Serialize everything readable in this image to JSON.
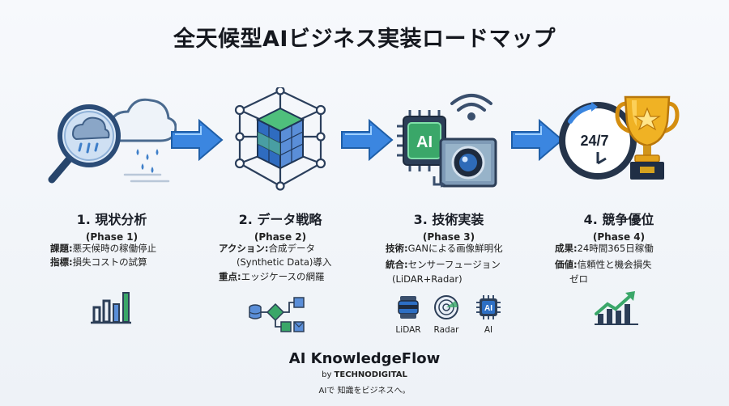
{
  "title": "全天候型AIビジネス実装ロードマップ",
  "phases": [
    {
      "title": "1. 現状分析",
      "sub": "(Phase 1)",
      "details": [
        {
          "label": "課題:",
          "value": " 悪天候時の稼働停止"
        },
        {
          "label": "指標:",
          "value": " 損失コストの試算"
        }
      ]
    },
    {
      "title": "2. データ戦略",
      "sub": "(Phase 2)",
      "details": [
        {
          "label": "アクション:",
          "value": " 合成データ"
        },
        {
          "label": "",
          "value": "(Synthetic Data)導入"
        },
        {
          "label": "重点:",
          "value": " エッジケースの網羅"
        }
      ]
    },
    {
      "title": "3. 技術実装",
      "sub": "(Phase 3)",
      "details": [
        {
          "label": "技術:",
          "value": " GANによる画像鮮明化"
        },
        {
          "label": "統合:",
          "value": " センサーフュージョン"
        },
        {
          "label": "",
          "value": "(LiDAR+Radar)"
        }
      ],
      "sensors": [
        "LiDAR",
        "Radar",
        "AI"
      ]
    },
    {
      "title": "4. 競争優位",
      "sub": "(Phase 4)",
      "details": [
        {
          "label": "成果:",
          "value": " 24時間365日稼働"
        },
        {
          "label": "価値:",
          "value": " 信頼性と機会損失"
        },
        {
          "label": "",
          "value": "ゼロ"
        }
      ]
    }
  ],
  "icons": {
    "phase1": "magnifier-rain-cloud-icon",
    "phase2": "data-cube-network-icon",
    "phase3": "ai-chip-camera-icon",
    "phase4": "clock-trophy-icon",
    "phase3_chip_text": "AI",
    "phase3_mini_chip_text": "AI",
    "phase4_clock_text": "24/7"
  },
  "footer": {
    "brand": "AI KnowledgeFlow",
    "by": "by ",
    "company": "TECHNODIGITAL",
    "tagline": "AIで 知識をビジネスへ。"
  },
  "colors": {
    "primary_blue": "#2d6fc4",
    "dark_navy": "#1e3556",
    "green": "#2e9b59",
    "gold": "#e3a21a",
    "arrow_blue": "#3b86e0"
  }
}
